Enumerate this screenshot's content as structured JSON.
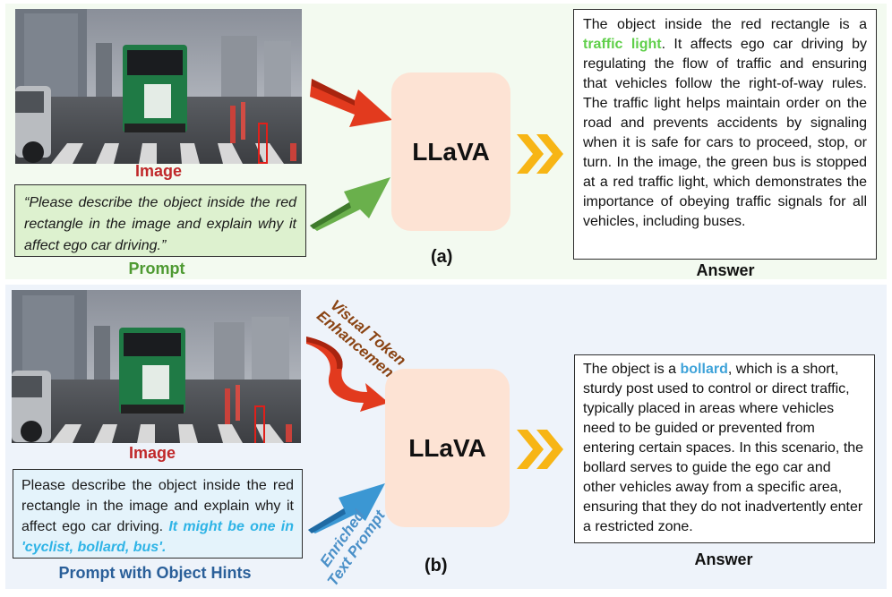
{
  "panel_a": {
    "image_label": "Image",
    "prompt_text": "“Please describe the object inside the red rectangle in the image and explain why it affect ego car driving.”",
    "prompt_caption": "Prompt",
    "model_label": "LLaVA",
    "sub_label": "(a)",
    "answer_pre": "The object inside the red rectangle is a ",
    "answer_highlight": "traffic light",
    "answer_post": ". It affects ego car driving by regulating the flow of traffic and ensuring that vehicles follow the right-of-way rules. The traffic light helps maintain order on the road and prevents accidents by signaling when it is safe for cars to proceed, stop, or turn. In the image, the green bus is stopped at a red traffic light, which demonstrates the importance of obeying traffic signals for all vehicles, including buses.",
    "answer_caption": "Answer"
  },
  "panel_b": {
    "image_label": "Image",
    "prompt_text": "Please describe the object inside the red rectangle in the image and explain why it affect ego car driving. ",
    "prompt_hint": "It might be one in 'cyclist, bollard, bus'.",
    "prompt_caption": "Prompt with Object Hints",
    "arrow_top_label_1": "Visual Token",
    "arrow_top_label_2": "Enhancement",
    "arrow_bottom_label_1": "Enriched",
    "arrow_bottom_label_2": "Text Prompt",
    "model_label": "LLaVA",
    "sub_label": "(b)",
    "answer_pre": "The object is a ",
    "answer_highlight": "bollard",
    "answer_post": ", which is a short, sturdy post used to control or direct traffic, typically placed in areas where vehicles need to be guided or prevented from entering certain spaces. In this scenario, the bollard serves to guide the ego car and other vehicles away from a specific area, ensuring that they do not inadvertently enter a restricted zone.",
    "answer_caption": "Answer"
  },
  "colors": {
    "panel_a_bg": "#f3faf0",
    "panel_b_bg": "#eef3fa",
    "image_label": "#c0282a",
    "prompt_a_caption": "#4e9a32",
    "prompt_b_caption": "#2a5f99",
    "llava_box": "#fde3d4",
    "chevrons": "#f7b515",
    "red_arrow": "#e23a1e",
    "green_arrow": "#6ab04c",
    "blue_arrow": "#3b97d3",
    "visual_token_label": "#8a4414",
    "enriched_label": "#4a90c8",
    "highlight_traffic_light": "#5fcf4a",
    "highlight_bollard": "#3fa3d9"
  }
}
